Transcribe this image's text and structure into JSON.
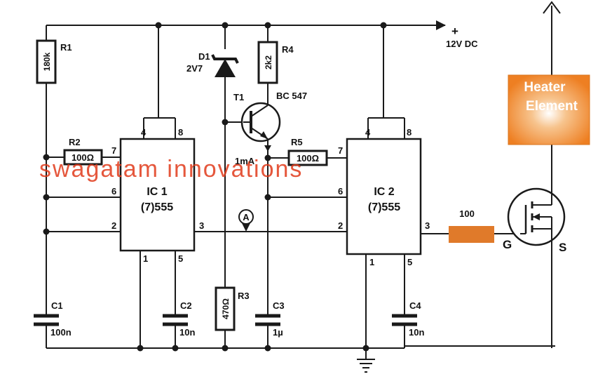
{
  "supply": {
    "plus_sign": "+",
    "label": "12V DC"
  },
  "heater": {
    "line1": "Heater",
    "line2": "Element",
    "color": "#f08c30"
  },
  "watermark": "swagatam innovations",
  "resistors": {
    "r1": {
      "name": "R1",
      "value": "180k"
    },
    "r2": {
      "name": "R2",
      "value": "100Ω"
    },
    "r3": {
      "name": "R3",
      "value": "470Ω"
    },
    "r4": {
      "name": "R4",
      "value": "2k2"
    },
    "r5": {
      "name": "R5",
      "value": "100Ω"
    },
    "gate": {
      "value": "100",
      "color": "#e07a2a"
    }
  },
  "capacitors": {
    "c1": {
      "name": "C1",
      "value": "100n"
    },
    "c2": {
      "name": "C2",
      "value": "10n"
    },
    "c3": {
      "name": "C3",
      "value": "1µ"
    },
    "c4": {
      "name": "C4",
      "value": "10n"
    }
  },
  "diode": {
    "name": "D1",
    "value": "2V7"
  },
  "transistor": {
    "name": "T1",
    "type": "BC 547",
    "current": "1mA"
  },
  "ic1": {
    "line1": "IC 1",
    "line2": "(7)555",
    "pins": {
      "p1": "1",
      "p2": "2",
      "p3": "3",
      "p4": "4",
      "p5": "5",
      "p6": "6",
      "p7": "7",
      "p8": "8"
    }
  },
  "ic2": {
    "line1": "IC 2",
    "line2": "(7)555",
    "pins": {
      "p1": "1",
      "p2": "2",
      "p3": "3",
      "p4": "4",
      "p5": "5",
      "p6": "6",
      "p7": "7",
      "p8": "8"
    }
  },
  "test_point": "A",
  "mosfet": {
    "gate": "G",
    "source": "S"
  }
}
